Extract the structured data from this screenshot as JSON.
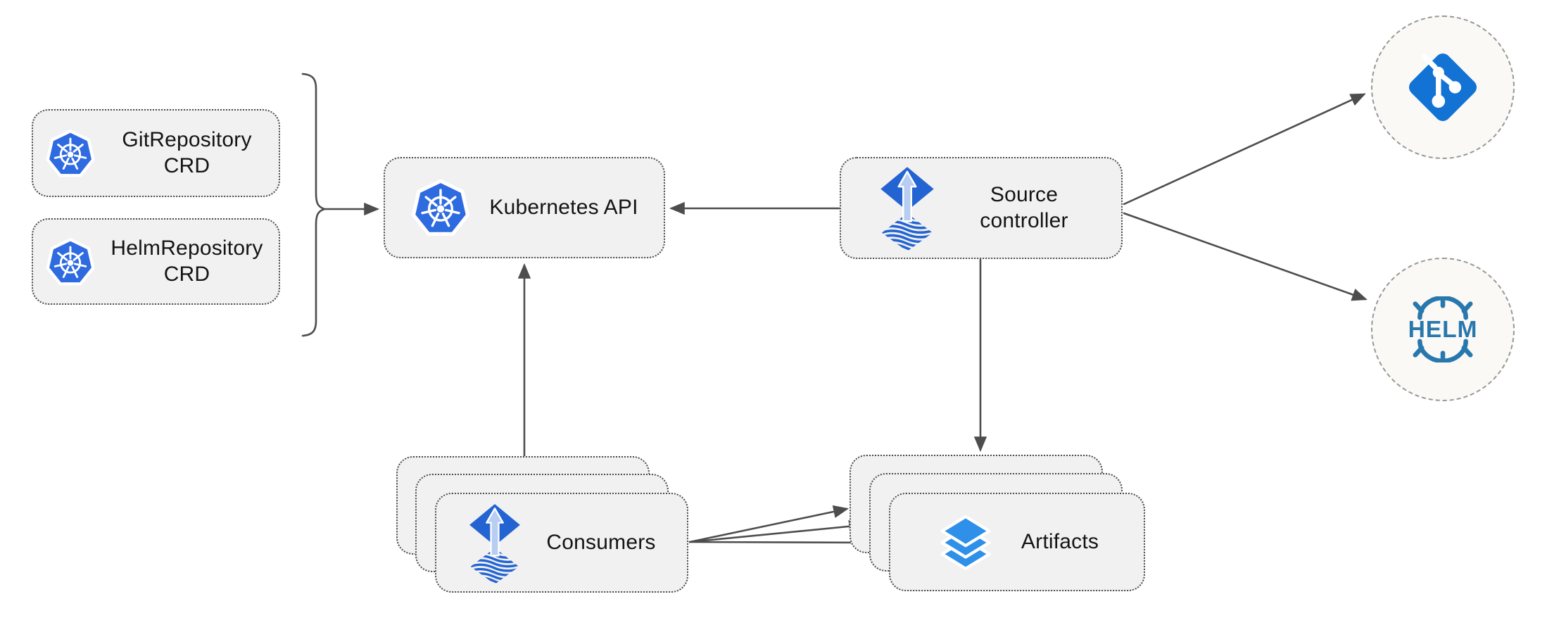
{
  "diagram": {
    "background_color": "#ffffff",
    "node_fill_color": "#f1f1f1",
    "node_border_color": "#4a4a4a",
    "connector_color": "#4d4d4d",
    "endpoint_fill_color": "#faf9f6",
    "endpoint_border_color": "#979797",
    "brand_colors": {
      "kubernetes_blue": "#2e6ae0",
      "flux_blue": "#2364d2",
      "flux_arrow_light_blue": "#b7cdf1",
      "git_blue": "#1273d4",
      "helm_teal": "#2878ae",
      "layers_blue": "#2e90e9"
    },
    "nodes": {
      "git_repository_crd": {
        "label": "GitRepository CRD",
        "icon": "kubernetes-icon"
      },
      "helm_repository_crd": {
        "label": "HelmRepository CRD",
        "icon": "kubernetes-icon"
      },
      "kubernetes_api": {
        "label": "Kubernetes API",
        "icon": "kubernetes-icon"
      },
      "source_controller": {
        "label": "Source controller",
        "icon": "flux-icon"
      },
      "consumers": {
        "label": "Consumers",
        "icon": "flux-icon",
        "stack_count": 3
      },
      "artifacts": {
        "label": "Artifacts",
        "icon": "layers-stack-icon",
        "stack_count": 3
      },
      "git_endpoint": {
        "label": "",
        "icon": "git-icon"
      },
      "helm_endpoint": {
        "label": "HELM",
        "icon": "helm-icon"
      }
    },
    "edges": [
      {
        "from": "crd-group-bracket",
        "to": "kubernetes_api"
      },
      {
        "from": "source_controller",
        "to": "kubernetes_api"
      },
      {
        "from": "consumers",
        "to": "kubernetes_api"
      },
      {
        "from": "source_controller",
        "to": "artifacts"
      },
      {
        "from": "source_controller",
        "to": "git_endpoint"
      },
      {
        "from": "source_controller",
        "to": "helm_endpoint"
      },
      {
        "from": "consumers",
        "to": "artifacts"
      },
      {
        "from": "consumers",
        "to": "artifacts"
      },
      {
        "from": "consumers",
        "to": "artifacts"
      }
    ]
  }
}
